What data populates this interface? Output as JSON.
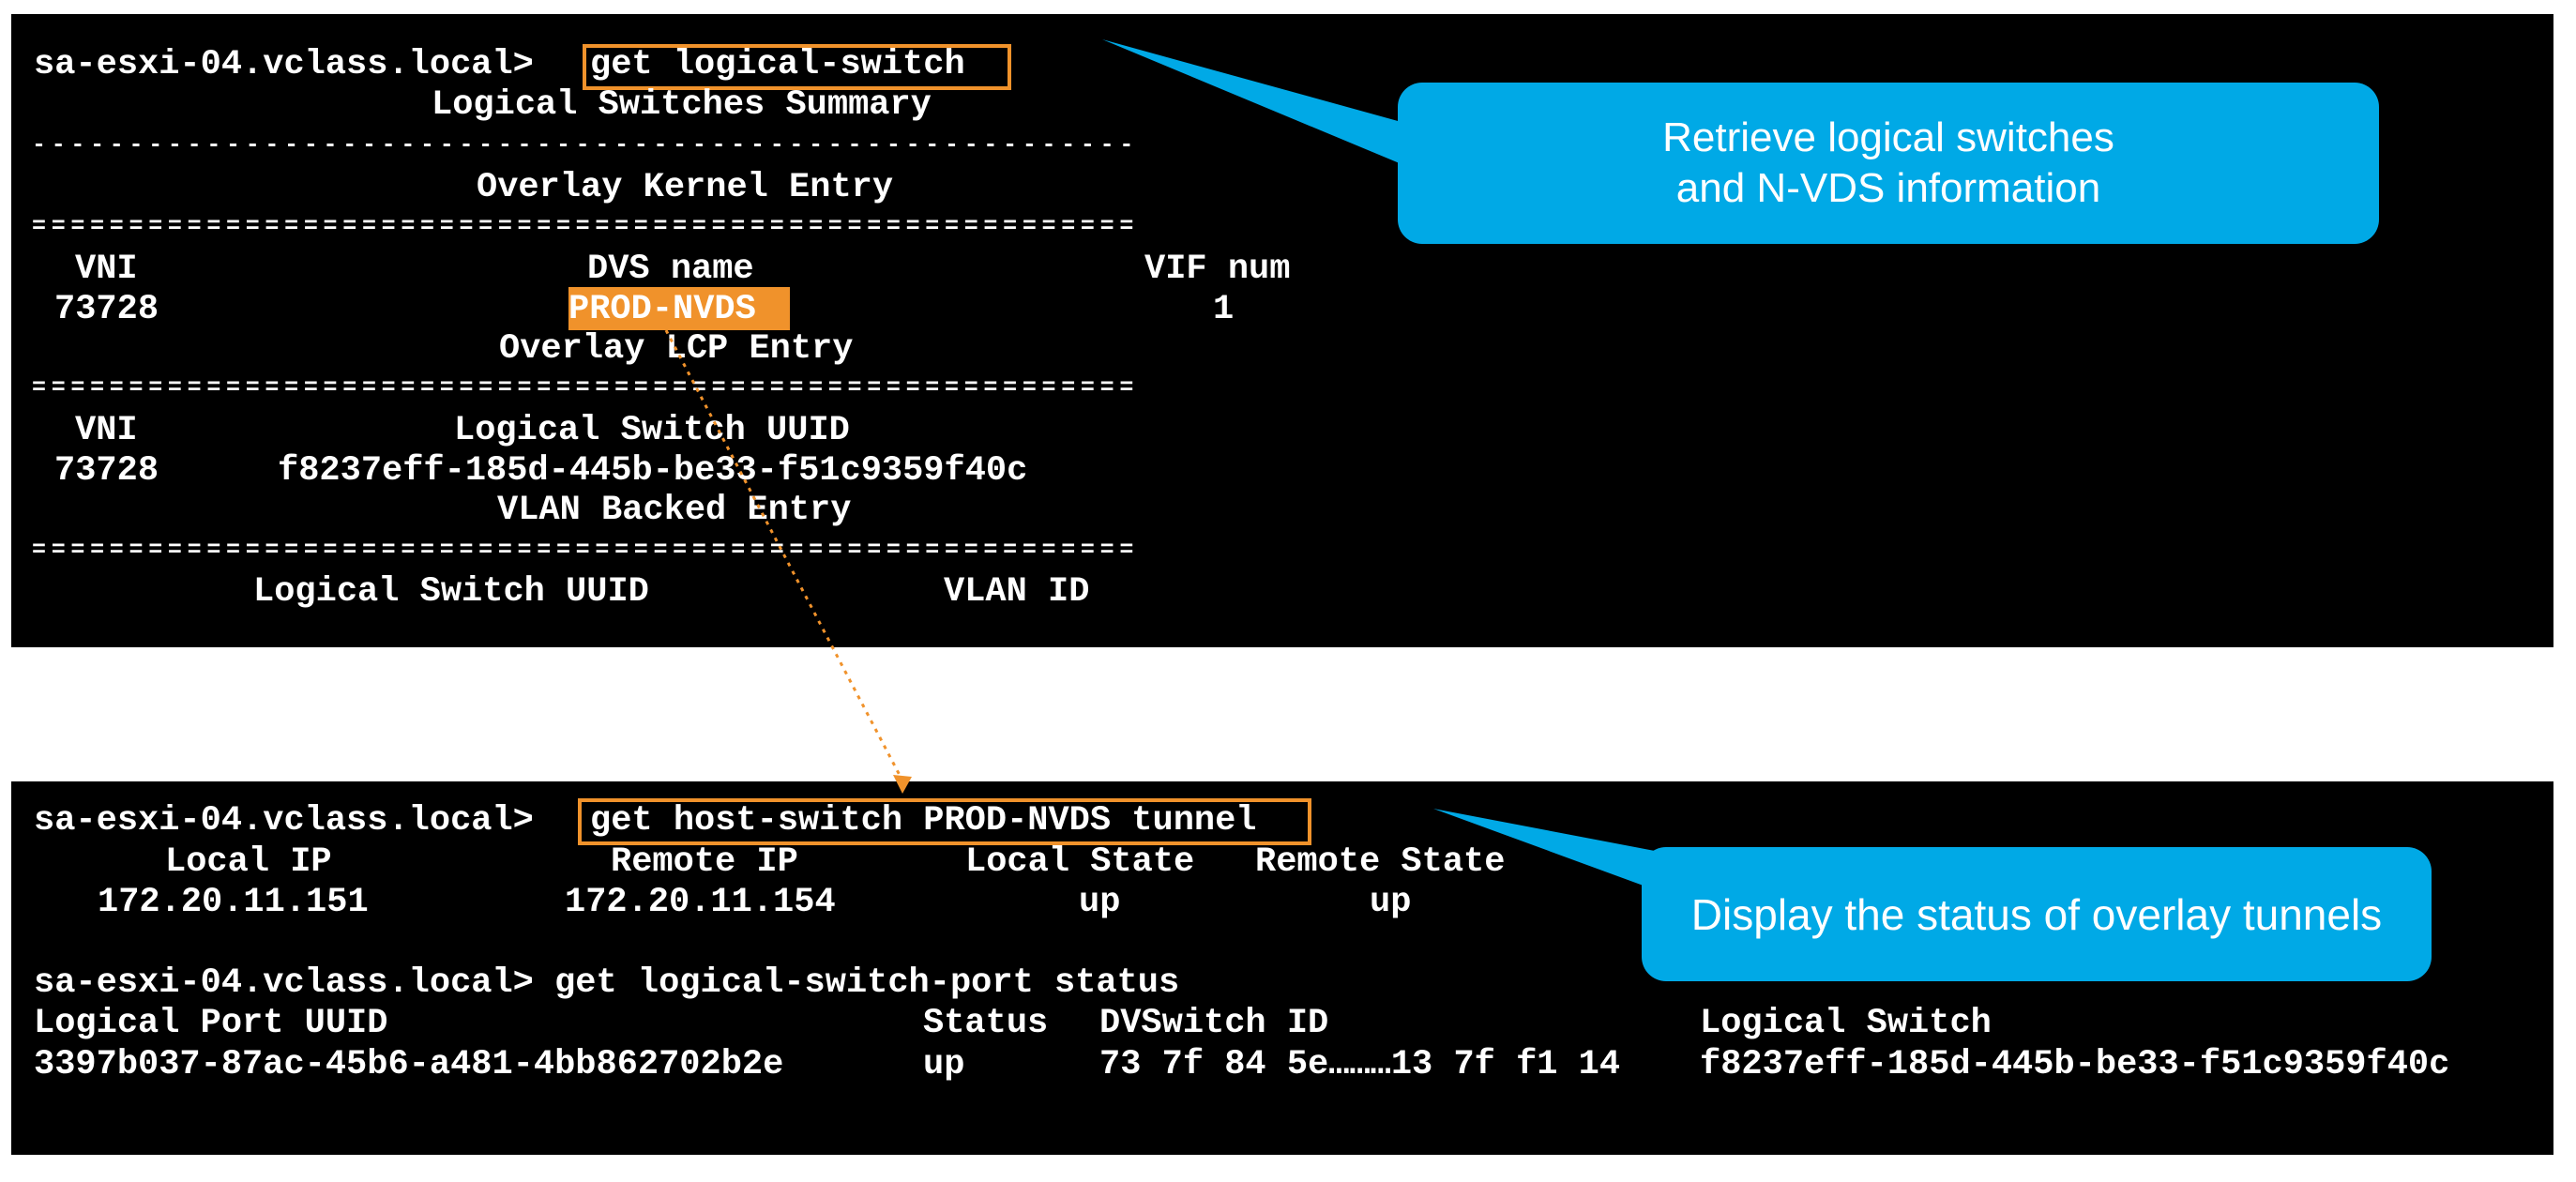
{
  "terminal_top": {
    "prompt_host": "sa-esxi-04.vclass.local>",
    "command": "get logical-switch",
    "lines": {
      "summary_title": "Logical Switches Summary",
      "dash_rule": "---------------------------------------------------------",
      "overlay_kernel_title": "Overlay Kernel Entry",
      "eq_rule_1": "=========================================================",
      "kernel_header_vni": "VNI",
      "kernel_header_dvs": "DVS name",
      "kernel_header_vif": "VIF num",
      "kernel_vni": "73728",
      "kernel_dvs": "PROD-NVDS",
      "kernel_vif": "1",
      "overlay_lcp_title": "Overlay LCP Entry",
      "eq_rule_2": "=========================================================",
      "lcp_header_vni": "VNI",
      "lcp_header_uuid": "Logical Switch UUID",
      "lcp_vni": "73728",
      "lcp_uuid": "f8237eff-185d-445b-be33-f51c9359f40c",
      "vlan_backed_title": "VLAN Backed Entry",
      "eq_rule_3": "=========================================================",
      "vlan_header_uuid": "Logical Switch UUID",
      "vlan_header_id": "VLAN ID"
    }
  },
  "terminal_bottom": {
    "prompt_host": "sa-esxi-04.vclass.local>",
    "command": "get host-switch PROD-NVDS tunnel",
    "tunnel_headers": {
      "local_ip": "Local IP",
      "remote_ip": "Remote IP",
      "local_state": "Local State",
      "remote_state": "Remote State"
    },
    "tunnel_row": {
      "local_ip": "172.20.11.151",
      "remote_ip": "172.20.11.154",
      "local_state": "up",
      "remote_state": "up"
    },
    "second_prompt_line": "sa-esxi-04.vclass.local> get logical-switch-port status",
    "port_headers": {
      "port_uuid": "Logical Port UUID",
      "status": "Status",
      "dvswitch_id": "DVSwitch ID",
      "logical_switch": "Logical Switch"
    },
    "port_row": {
      "port_uuid": "3397b037-87ac-45b6-a481-4bb862702b2e",
      "status": "up",
      "dvswitch_id": "73 7f 84 5e………13 7f f1 14",
      "logical_switch": "f8237eff-185d-445b-be33-f51c9359f40c"
    }
  },
  "callouts": {
    "top_line1": "Retrieve logical switches",
    "top_line2": "and N-VDS information",
    "bottom": "Display the status of overlay tunnels"
  },
  "colors": {
    "terminal_bg": "#000000",
    "terminal_text": "#ffffff",
    "highlight_orange": "#f0922b",
    "callout_blue": "#00a9e6"
  }
}
